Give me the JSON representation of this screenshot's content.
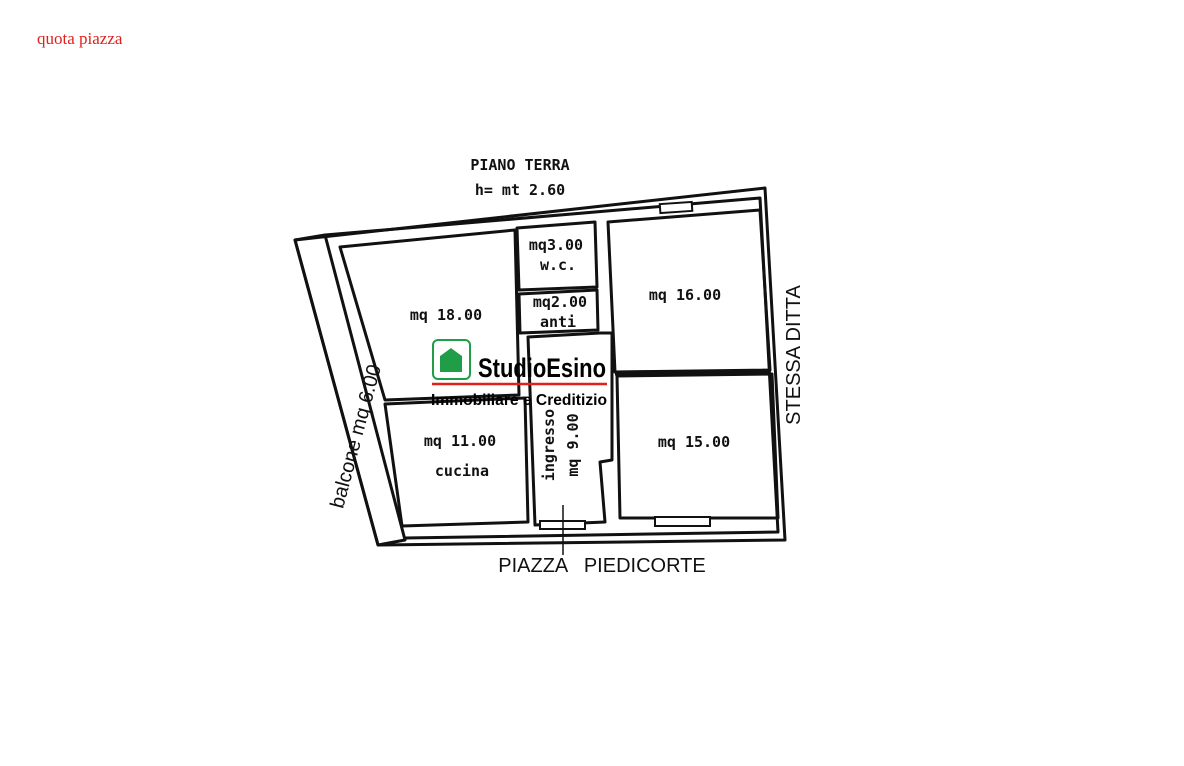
{
  "page_label": "quota piazza",
  "plan": {
    "title": "PIANO TERRA",
    "height": "h= mt 2.60",
    "rooms": {
      "living": {
        "area": "mq 18.00"
      },
      "wc": {
        "area": "mq3.00",
        "name": "w.c."
      },
      "anti": {
        "area": "mq2.00",
        "name": "anti"
      },
      "room_ne": {
        "area": "mq 16.00"
      },
      "kitchen": {
        "area": "mq 11.00",
        "name": "cucina"
      },
      "entrance": {
        "name": "ingresso",
        "area": "mq 9.00"
      },
      "room_se": {
        "area": "mq 15.00"
      },
      "balcony": {
        "label": "balcone mq 6.00"
      }
    },
    "east_label": "STESSA DITTA",
    "south_label": "PIAZZA   PIEDICORTE"
  },
  "watermark": {
    "brand": "StudioEsino",
    "tagline": "Immobiliare e Creditizio",
    "colors": {
      "green": "#1f9e47",
      "red": "#e0201c"
    }
  }
}
